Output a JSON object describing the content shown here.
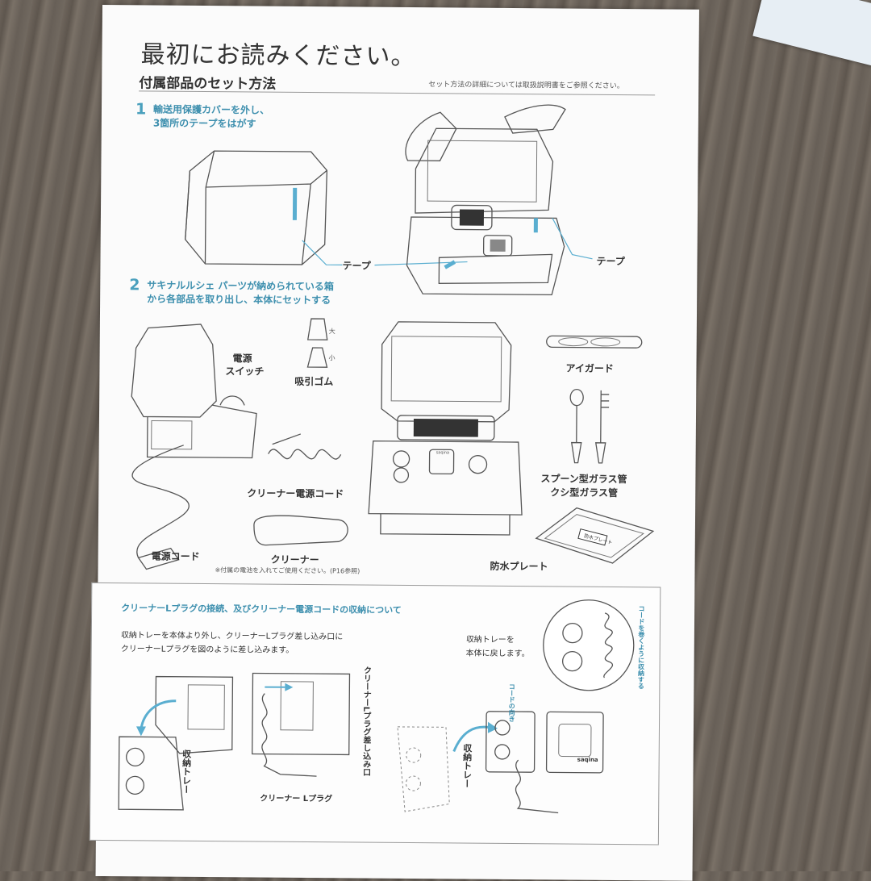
{
  "header": {
    "title": "最初にお読みください。",
    "subtitle": "付属部品のセット方法",
    "note": "セット方法の詳細については取扱説明書をご参照ください。"
  },
  "step1": {
    "number": "1",
    "line1": "輸送用保護カバーを外し、",
    "line2": "3箇所のテープをはがす",
    "tape_label_left": "テープ",
    "tape_label_right": "テープ"
  },
  "step2": {
    "number": "2",
    "line1": "サキナルルシェ パーツが納められている箱",
    "line2": "から各部品を取り出し、本体にセットする"
  },
  "parts": {
    "power_switch_1": "電源",
    "power_switch_2": "スイッチ",
    "suction_rubber": "吸引ゴム",
    "size_large": "大",
    "size_small": "小",
    "eye_guard": "アイガード",
    "spoon_tube": "スプーン型ガラス管",
    "comb_tube": "クシ型ガラス管",
    "cleaner_cord": "クリーナー電源コード",
    "power_cord": "電源コード",
    "cleaner": "クリーナー",
    "battery_note": "※付属の電池を入れてご使用ください。(P16参照)",
    "waterproof_plate": "防水プレート",
    "plate_print": "防水プレート",
    "brand_small": "saqina"
  },
  "section": {
    "title": "クリーナーLプラグの接続、及びクリーナー電源コードの収納について",
    "desc1": "収納トレーを本体より外し、クリーナーLプラグ差し込み口に",
    "desc2": "クリーナーLプラグを図のように差し込みます。",
    "return1": "収納トレーを",
    "return2": "本体に戻します。",
    "tray_label_a": "収納トレー",
    "plug_inlet": "クリーナーLプラグ差し込み口",
    "plug_label": "クリーナー Lプラグ",
    "tray_label_b": "収納トレー",
    "cord_direction": "コードの向き",
    "wrap_note": "コードを巻くように収納する",
    "brand": "saqina"
  },
  "colors": {
    "accent": "#3d8fae",
    "tape_blue": "#5aaed0"
  }
}
